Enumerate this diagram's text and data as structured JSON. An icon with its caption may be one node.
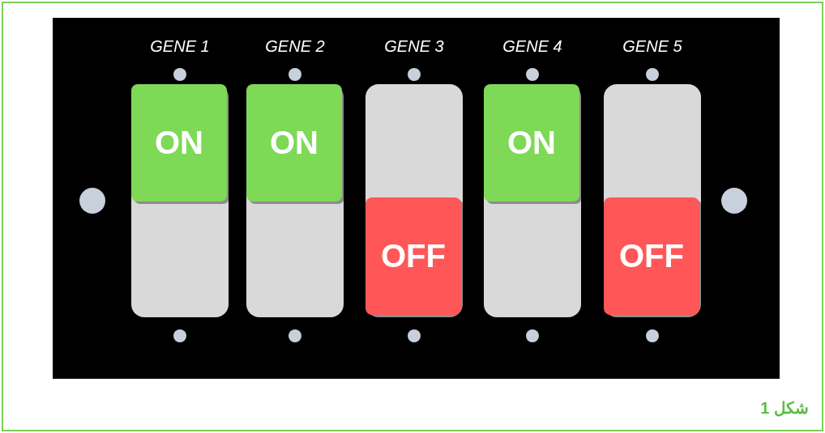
{
  "diagram": {
    "caption": "شكل 1",
    "nodes": [
      {
        "text": [
          "GENE 1"
        ]
      },
      {
        "text": [
          "ON"
        ],
        "in": 0
      },
      {
        "text": [
          "GENE 2"
        ]
      },
      {
        "text": [
          "ON"
        ],
        "in": 2
      },
      {
        "text": [
          "GENE 3"
        ]
      },
      {
        "text": [
          "OFF"
        ],
        "in": 4
      },
      {
        "text": [
          "GENE 4"
        ]
      },
      {
        "text": [
          "ON"
        ],
        "in": 6
      },
      {
        "text": [
          "GENE 5"
        ]
      },
      {
        "text": [
          "OFF"
        ],
        "in": 8
      }
    ],
    "edges": []
  }
}
